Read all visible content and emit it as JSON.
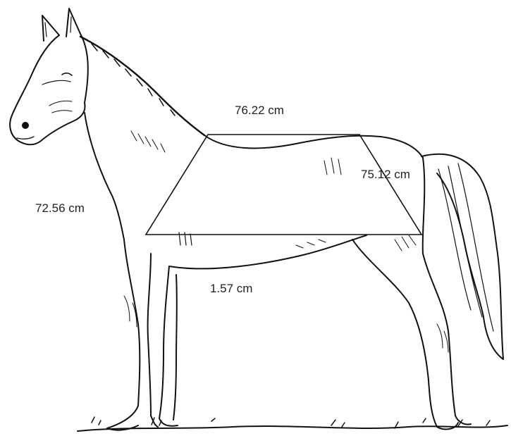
{
  "measurements": {
    "top": "76.22 cm",
    "right_slant": "75.12 cm",
    "left": "72.56 cm",
    "bottom": "1.57 cm"
  },
  "colors": {
    "ink": "#111111",
    "background": "#ffffff"
  },
  "icons": {
    "figure": "horse-line-drawing",
    "overlay": "trapezoid"
  }
}
